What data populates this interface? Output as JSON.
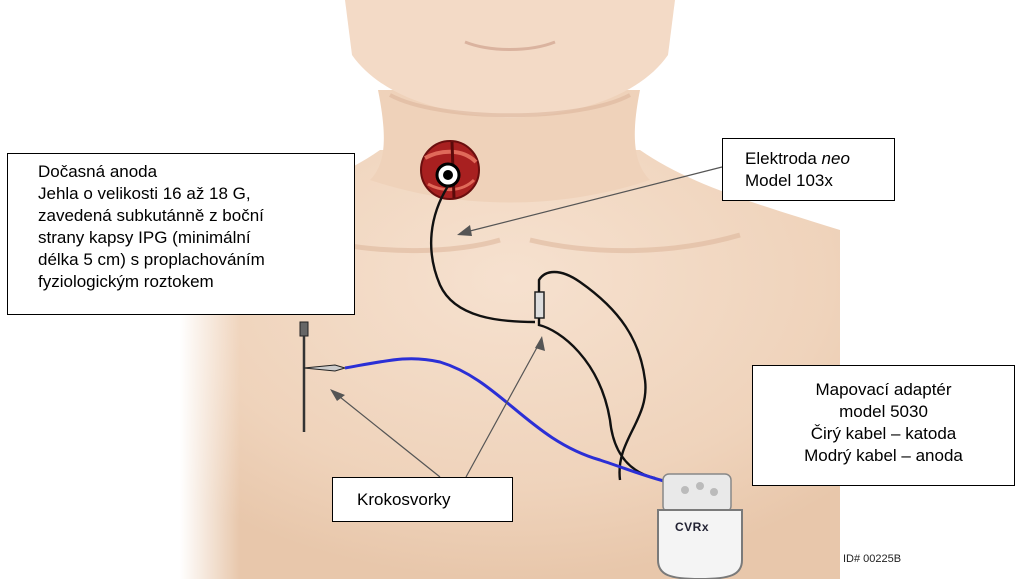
{
  "callouts": {
    "anode": {
      "lines": [
        "Dočasná anoda",
        "Jehla o velikosti 16 až 18 G,",
        "zavedená subkutánně z boční",
        "strany kapsy IPG (minimální",
        "délka 5 cm) s proplachováním",
        "fyziologickým roztokem"
      ]
    },
    "electrode": {
      "line1_prefix": "Elektroda ",
      "line1_italic": "neo",
      "line2": "Model 103x"
    },
    "adapter": {
      "lines": [
        "Mapovací adaptér",
        "model 5030",
        "Čirý kabel – katoda",
        "Modrý kabel – anoda"
      ]
    },
    "clips": {
      "label": "Krokosvorky"
    }
  },
  "device": {
    "logo": "CVRx"
  },
  "image_id": "ID# 00225B",
  "colors": {
    "skin": "#f1d8c2",
    "skin_shadow": "#e3c0a4",
    "blue_cable": "#2b2fd6",
    "black_cable": "#111111"
  }
}
